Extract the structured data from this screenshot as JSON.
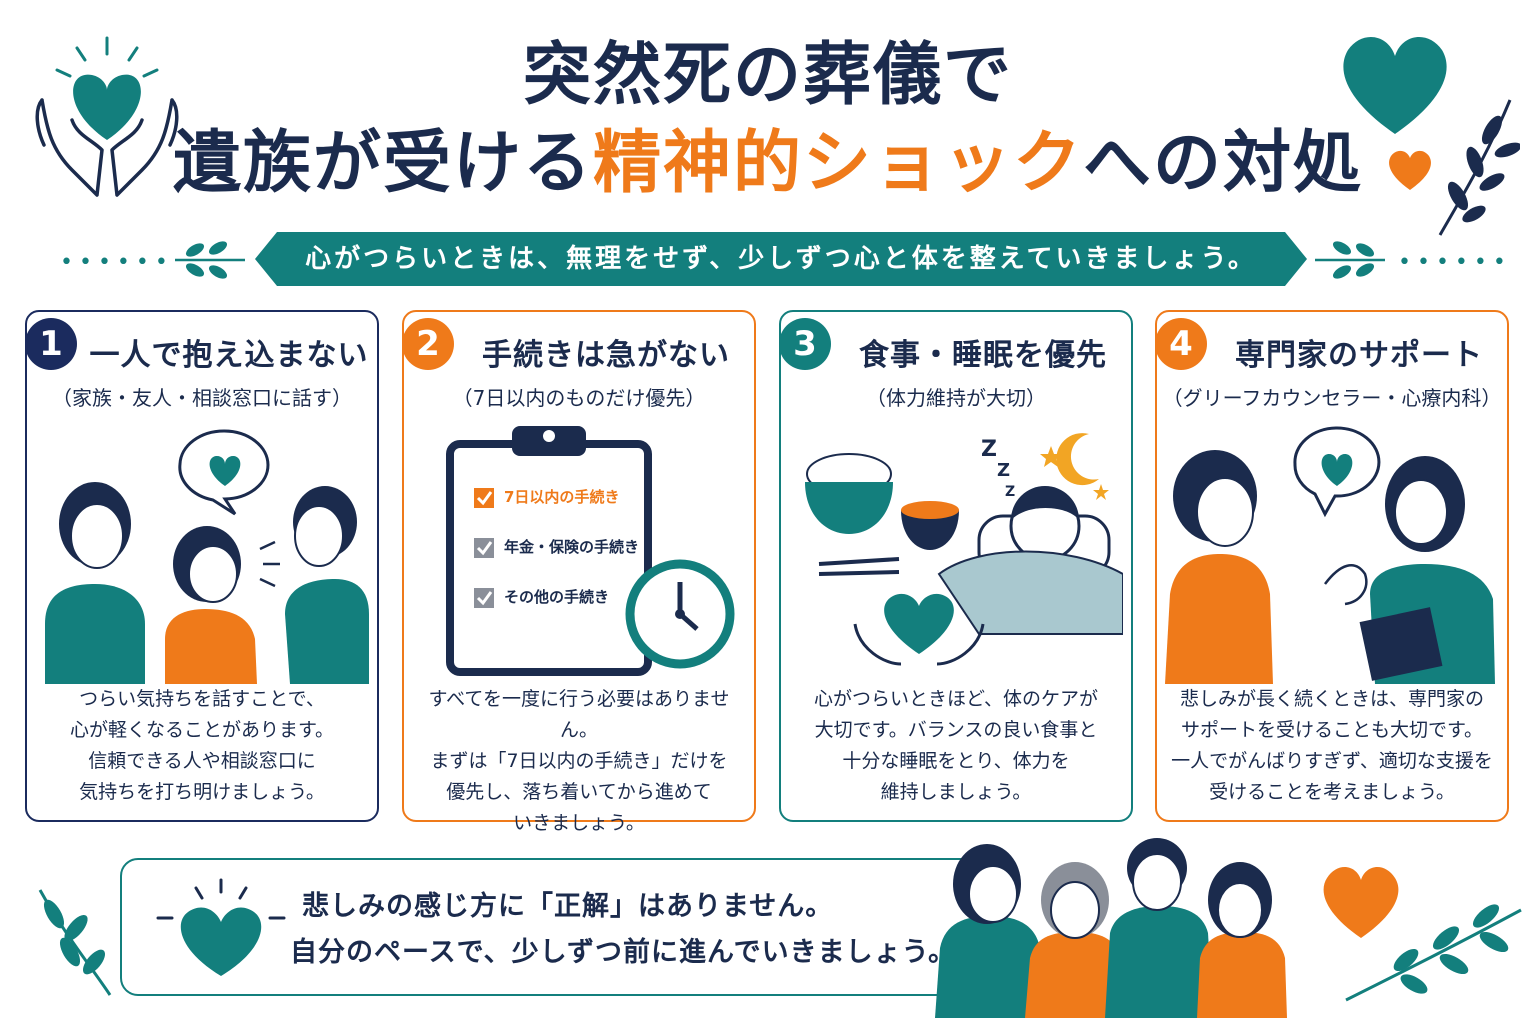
{
  "title": {
    "line1": "突然死の葬儀で",
    "line2_prefix": "遺族が受ける",
    "line2_accent": "精神的ショック",
    "line2_suffix": "への対処"
  },
  "banner": "心がつらいときは、無理をせず、少しずつ心と体を整えていきましょう。",
  "cards": [
    {
      "number": "1",
      "title": "一人で抱え込まない",
      "subtitle": "（家族・友人・相談窓口に話す）",
      "body": [
        "つらい気持ちを話すことで、",
        "心が軽くなることがあります。",
        "信頼できる人や相談窓口に",
        "気持ちを打ち明けましょう。"
      ],
      "color": "#1b2b5e"
    },
    {
      "number": "2",
      "title": "手続きは急がない",
      "subtitle": "（7日以内のものだけ優先）",
      "checklist": [
        "7日以内の手続き",
        "年金・保険の手続き",
        "その他の手続き"
      ],
      "body": [
        "すべてを一度に行う必要はありません。",
        "まずは「7日以内の手続き」だけを",
        "優先し、落ち着いてから進めて",
        "いきましょう。"
      ],
      "color": "#ef7a1a"
    },
    {
      "number": "3",
      "title": "食事・睡眠を優先",
      "subtitle": "（体力維持が大切）",
      "body": [
        "心がつらいときほど、体のケアが",
        "大切です。バランスの良い食事と",
        "十分な睡眠をとり、体力を",
        "維持しましょう。"
      ],
      "color": "#137f7d"
    },
    {
      "number": "4",
      "title": "専門家のサポート",
      "subtitle": "（グリーフカウンセラー・心療内科）",
      "body": [
        "悲しみが長く続くときは、専門家の",
        "サポートを受けることも大切です。",
        "一人でがんばりすぎず、適切な支援を",
        "受けることを考えましょう。"
      ],
      "color": "#ef7a1a"
    }
  ],
  "bottom": {
    "line1": "悲しみの感じ方に「正解」はありません。",
    "line2": "自分のペースで、少しずつ前に進んでいきましょう。"
  },
  "colors": {
    "navy": "#1b2b4d",
    "teal": "#137f7d",
    "orange": "#ef7a1a"
  },
  "icons": [
    "heart-icon",
    "hands-heart-icon",
    "leaf-branch-icon",
    "clipboard-icon",
    "clock-icon",
    "moon-icon",
    "rice-bowl-icon",
    "family-illustration"
  ]
}
